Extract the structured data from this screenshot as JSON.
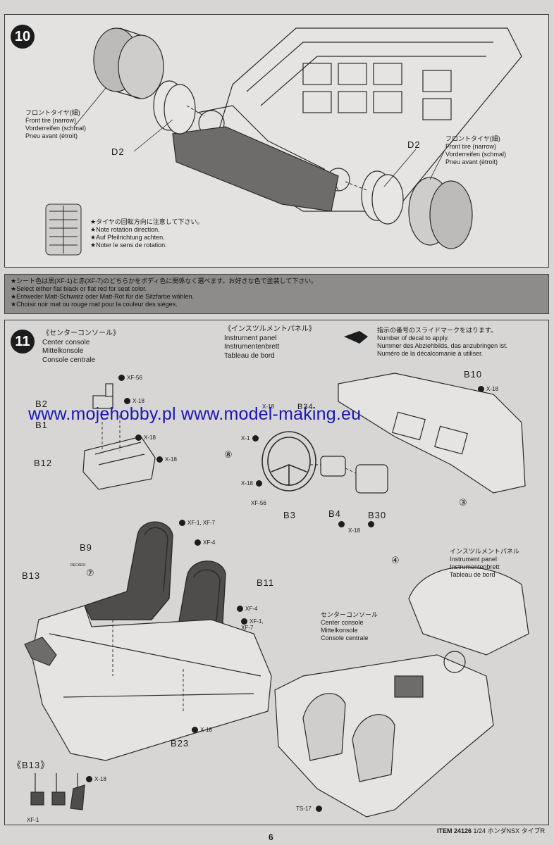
{
  "step10": {
    "number": "10",
    "front_tire_left": [
      "フロントタイヤ(細)",
      "Front tire (narrow)",
      "Vorderreifen (schmal)",
      "Pneu avant (étroit)"
    ],
    "front_tire_right": [
      "フロントタイヤ(細)",
      "Front tire (narrow)",
      "Vorderreifen (schmal)",
      "Pneu avant (étroit)"
    ],
    "label_d2_left": "D2",
    "label_d2_right": "D2",
    "rotation_note": [
      "★タイヤの回転方向に注意して下さい。",
      "★Note rotation direction.",
      "★Auf Pfeilrichtung achten.",
      "★Noter le sens de rotation."
    ]
  },
  "banner": {
    "lines": [
      "★シート色は黒(XF-1)と赤(XF-7)のどちらかをボディ色に関係なく選べます。お好きな色で塗装して下さい。",
      "★Select either flat black or flat red for seat color.",
      "★Entweder Matt-Schwarz oder Matt-Rot für die Sitzfarbe wählen.",
      "★Choisir noir mat ou rouge mat pour la couleur des sièges."
    ]
  },
  "step11": {
    "number": "11",
    "center_console": [
      "《センターコンソール》",
      "Center console",
      "Mittelkonsole",
      "Console centrale"
    ],
    "instrument_panel": [
      "《インスツルメントパネル》",
      "Instrument panel",
      "Instrumentenbrett",
      "Tableau de bord"
    ],
    "decal_note": [
      "指示の番号のスライドマークをはります。",
      "Number of decal to apply.",
      "Nummer des Abziehbilds, das anzubringen ist.",
      "Numéro de la décalcomanie à utiliser."
    ],
    "instrument_panel_2": [
      "インスツルメントパネル",
      "Instrument panel",
      "Instrumentenbrett",
      "Tableau de bord"
    ],
    "center_console_2": [
      "センターコンソール",
      "Center console",
      "Mittelkonsole",
      "Console centrale"
    ],
    "parts": {
      "b2": "B2",
      "b1": "B1",
      "b12": "B12",
      "b10": "B10",
      "b34": "B34",
      "b3": "B3",
      "b4": "B4",
      "b30": "B30",
      "b9": "B9",
      "b11": "B11",
      "b13": "B13",
      "b23": "B23",
      "b13_detail": "《B13》"
    },
    "paints": {
      "xf56_a": "XF-56",
      "x18_a": "X-18",
      "x18_b": "X-18",
      "x18_c": "X-18",
      "x18_d": "X-18",
      "x1": "X-1",
      "x18_e": "X-18",
      "xf56_b": "XF-56",
      "x18_f": "X-18",
      "xf1_xf7": "XF-1, XF-7",
      "xf4_a": "XF-4",
      "xf4_b": "XF-4",
      "xf1_xf7_b": "XF-1,\nXF-7",
      "x18_g": "X-18",
      "x18_h": "X-18",
      "xf1": "XF-1",
      "ts17": "TS-17"
    },
    "decals": {
      "d8": "⑧",
      "d7": "⑦",
      "d3": "③",
      "d4": "④",
      "recaro": "RECARO"
    }
  },
  "watermark": "www.mojehobby.pl www.model-making.eu",
  "footer": {
    "item": "ITEM 24126",
    "title": "1/24 ホンダNSX タイプR",
    "page": "6"
  }
}
